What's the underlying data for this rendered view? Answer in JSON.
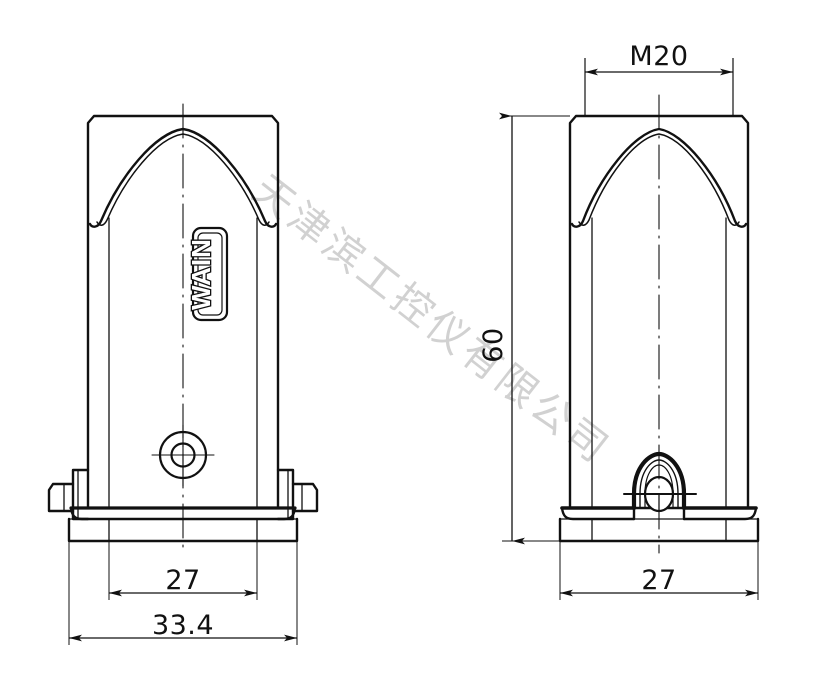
{
  "drawing": {
    "title": "Connector hood technical drawing",
    "background_color": "#ffffff",
    "line_color": "#111111",
    "watermark_color": "#9a9a9a"
  },
  "views": {
    "front": {
      "name": "front-view",
      "logo_label": "WAIN"
    },
    "side": {
      "name": "side-view"
    }
  },
  "dimensions": {
    "front_inner_width": "27",
    "front_outer_width": "33.4",
    "side_height": "60",
    "side_width": "27",
    "thread_size": "M20"
  },
  "watermark": {
    "text": "天津滨工控仪有限公司"
  }
}
